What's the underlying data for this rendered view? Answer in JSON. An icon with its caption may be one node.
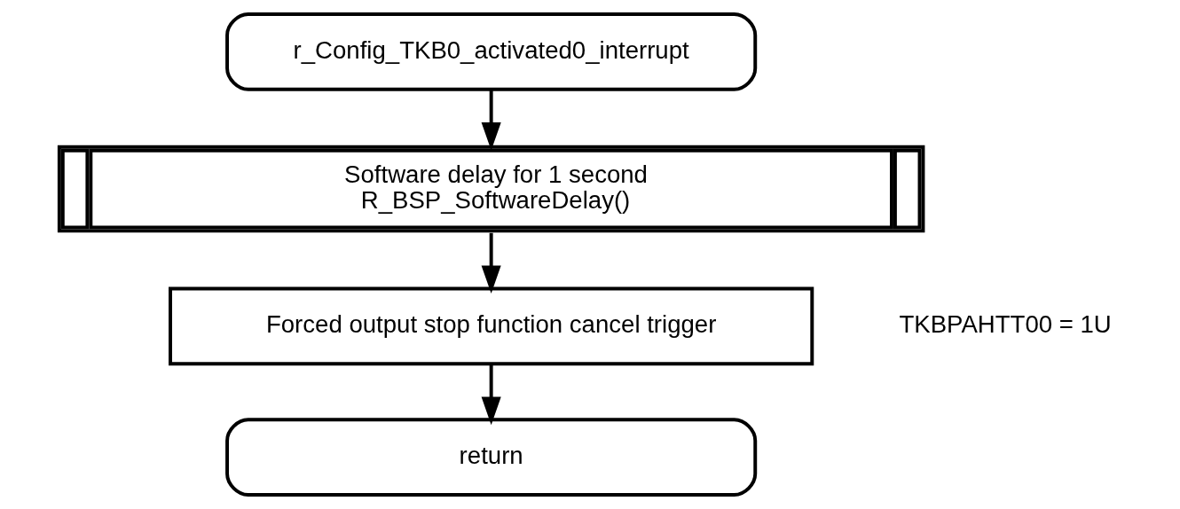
{
  "diagram": {
    "nodes": [
      {
        "text": [
          "r_Config_TKB0_activated0_interrupt"
        ]
      },
      {
        "text": [
          "Software delay for 1 second",
          "R_BSP_SoftwareDelay()"
        ]
      },
      {
        "text": [
          "Forced output stop function cancel trigger"
        ],
        "beside": [
          "TKBPAHTT00 = 1U"
        ]
      },
      {
        "text": [
          "return"
        ]
      }
    ],
    "edges": [
      {
        "from": 0,
        "to": 1,
        "arrow": "to"
      },
      {
        "from": 1,
        "to": 2,
        "arrow": "to"
      },
      {
        "from": 2,
        "to": 3,
        "arrow": "to"
      }
    ]
  }
}
